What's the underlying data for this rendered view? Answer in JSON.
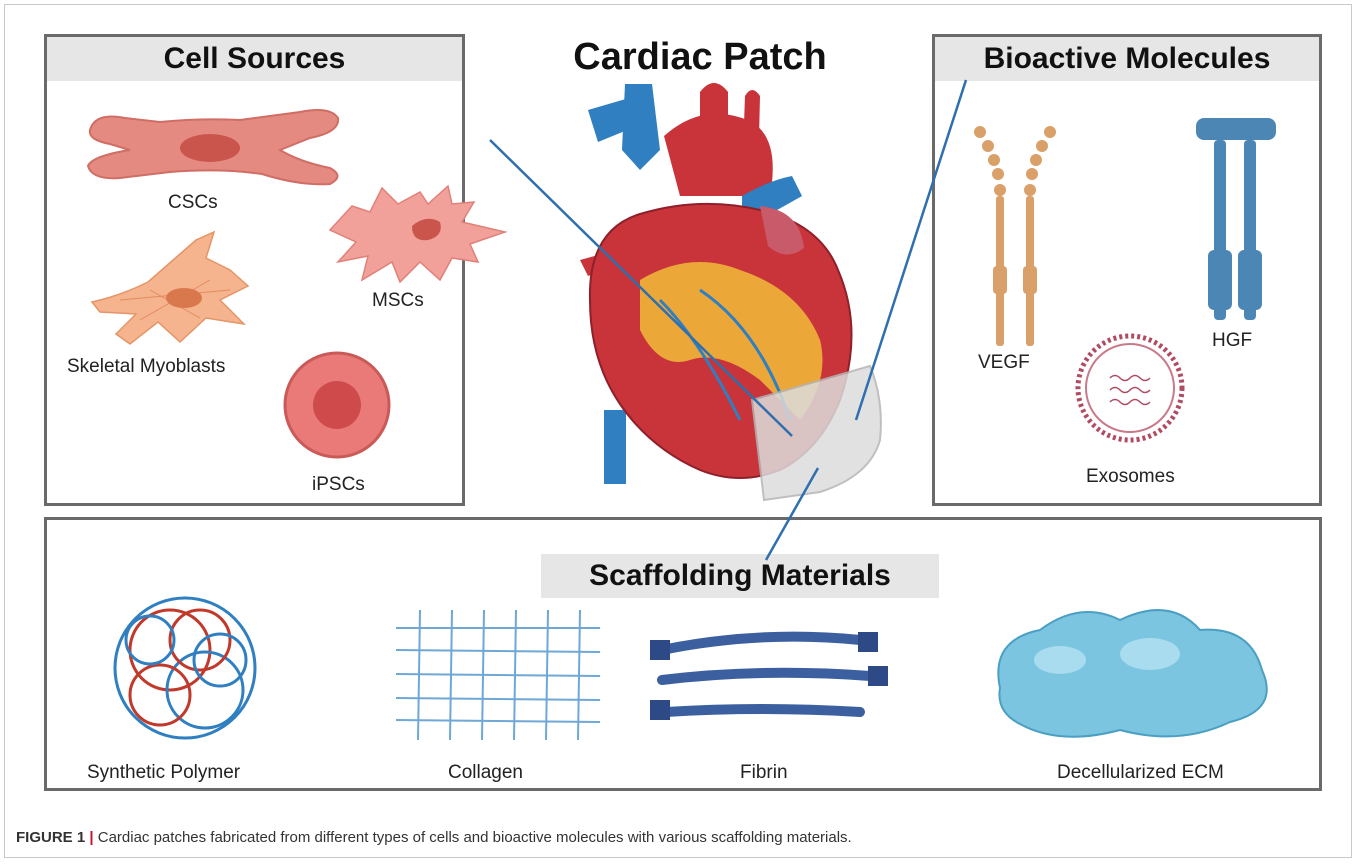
{
  "title": "Cardiac Patch",
  "cell_sources": {
    "heading": "Cell Sources",
    "items": [
      "CSCs",
      "MSCs",
      "Skeletal Myoblasts",
      "iPSCs"
    ]
  },
  "bioactive_molecules": {
    "heading": "Bioactive Molecules",
    "items": [
      "VEGF",
      "HGF",
      "Exosomes"
    ]
  },
  "scaffolding_materials": {
    "heading": "Scaffolding Materials",
    "items": [
      "Synthetic Polymer",
      "Collagen",
      "Fibrin",
      "Decellularized ECM"
    ]
  },
  "caption": {
    "label": "FIGURE 1",
    "separator": "|",
    "text": "Cardiac patches fabricated from different types of cells and bioactive molecules with various scaffolding materials."
  },
  "colors": {
    "cell_pink": "#e58a80",
    "cell_dark": "#c9554d",
    "heart_red": "#c8343a",
    "vessel_blue": "#2f7fc1",
    "fat_yellow": "#f0b43a",
    "vegf_tan": "#d9a06a",
    "hgf_blue": "#4c86b5",
    "ecm_blue": "#7cc5e0"
  }
}
